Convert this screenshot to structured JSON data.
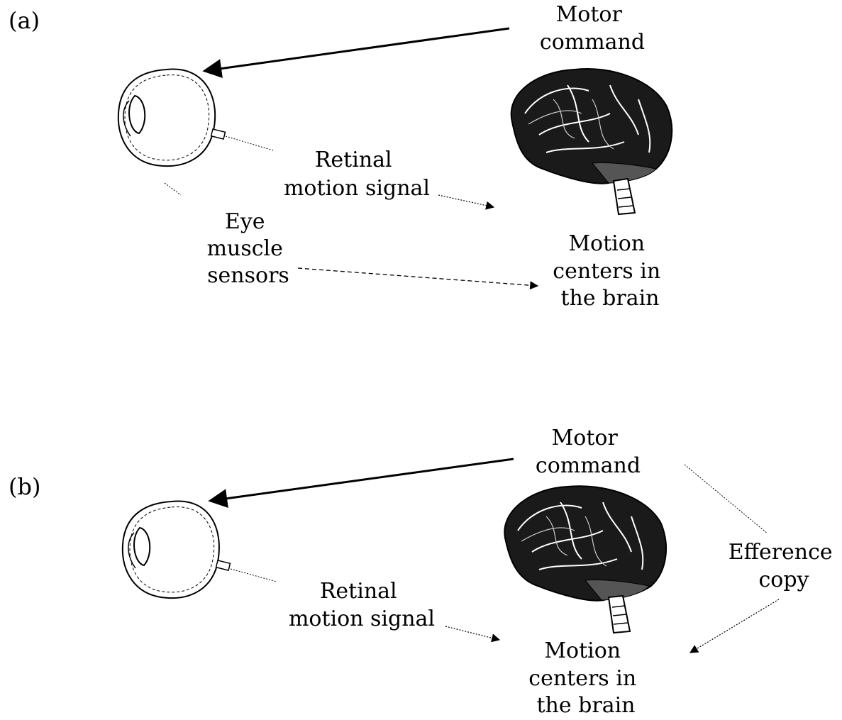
{
  "panel_a": {
    "tag": "(a)",
    "motor_command": [
      "Motor",
      "command"
    ],
    "retinal_signal": [
      "Retinal",
      "motion signal"
    ],
    "eye_muscle": [
      "Eye",
      "muscle",
      "sensors"
    ],
    "motion_centers": [
      "Motion",
      "centers in",
      "the brain"
    ]
  },
  "panel_b": {
    "tag": "(b)",
    "motor_command": [
      "Motor",
      "command"
    ],
    "retinal_signal": [
      "Retinal",
      "motion signal"
    ],
    "efference": [
      "Efference",
      "copy"
    ],
    "motion_centers": [
      "Motion",
      "centers in",
      "the brain"
    ]
  },
  "colors": {
    "ink": "#000000",
    "brain_fill": "#1a1a1a"
  },
  "icons": {
    "eye": "eyeball-icon",
    "brain": "brain-icon"
  }
}
